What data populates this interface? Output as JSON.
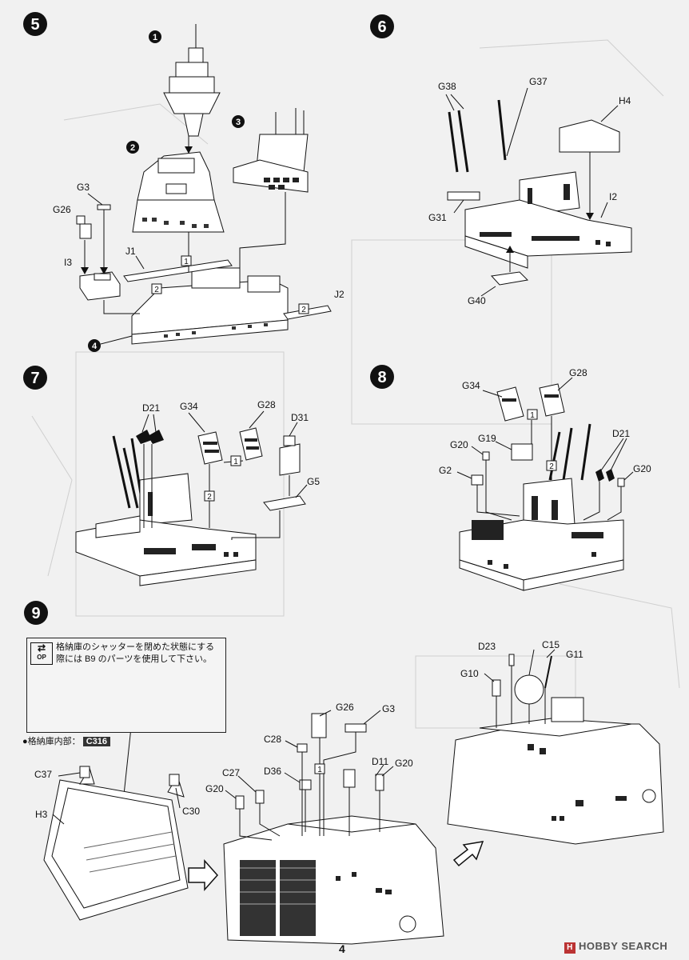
{
  "page_number": "4",
  "watermark": "HOBBY SEARCH",
  "steps": {
    "s5": {
      "num": "5"
    },
    "s6": {
      "num": "6"
    },
    "s7": {
      "num": "7"
    },
    "s8": {
      "num": "8"
    },
    "s9": {
      "num": "9"
    }
  },
  "sub_badges": [
    "1",
    "2",
    "3",
    "4"
  ],
  "seq_boxes": [
    "1",
    "2"
  ],
  "parts": {
    "G3": "G3",
    "G26": "G26",
    "J1": "J1",
    "I3": "I3",
    "J2": "J2",
    "G38": "G38",
    "G37": "G37",
    "H4": "H4",
    "I2": "I2",
    "G31": "G31",
    "G40": "G40",
    "D21": "D21",
    "G34": "G34",
    "G28": "G28",
    "D31": "D31",
    "G5": "G5",
    "G20": "G20",
    "G19": "G19",
    "G2": "G2",
    "B9": "B9",
    "C37": "C37",
    "C30": "C30",
    "H3": "H3",
    "C28": "C28",
    "C27": "C27",
    "D36": "D36",
    "D11": "D11",
    "D23": "D23",
    "C15": "C15",
    "G11": "G11",
    "G10": "G10"
  },
  "note": {
    "op_line1": "OP",
    "text": "格納庫のシャッターを閉めた状態にする際には B9 のパーツを使用して下さい。"
  },
  "storage": {
    "label": "●格納庫内部：",
    "tag": "C316"
  }
}
